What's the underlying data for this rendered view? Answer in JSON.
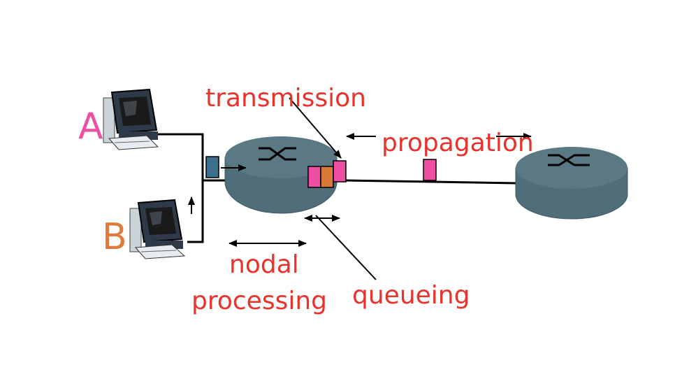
{
  "labels": {
    "transmission": "transmission",
    "propagation": "propagation",
    "nodal": "nodal",
    "processing": "processing",
    "queueing": "queueing"
  },
  "hosts": {
    "a": "A",
    "b": "B"
  },
  "colors": {
    "label_red": "#e8322c",
    "host_a_pink": "#ee4fa2",
    "host_b_orange": "#e07a3a",
    "router_fill": "#55737f",
    "packet_pink": "#ee4fa2",
    "packet_orange": "#d97a3a",
    "packet_blue": "#3d6e8c"
  },
  "icons": [
    "computer-icon",
    "router-icon",
    "packet-icon",
    "arrow-icon"
  ]
}
